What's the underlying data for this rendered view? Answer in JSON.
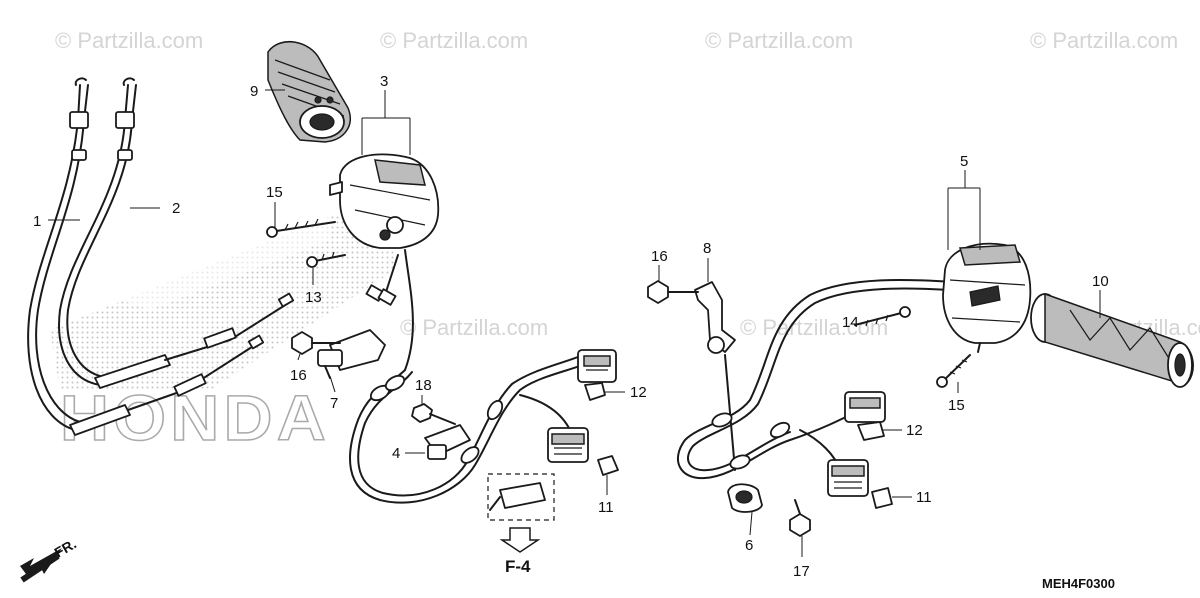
{
  "watermark": "© Partzilla.com",
  "brand_text": "HONDA",
  "diagram_code": "MEH4F0300",
  "front_label": "FR.",
  "reference": "F-4",
  "callouts": {
    "c1": "1",
    "c2": "2",
    "c3": "3",
    "c4": "4",
    "c5": "5",
    "c6": "6",
    "c7": "7",
    "c8": "8",
    "c9": "9",
    "c10": "10",
    "c11a": "11",
    "c11b": "11",
    "c12a": "12",
    "c12b": "12",
    "c13": "13",
    "c14": "14",
    "c15a": "15",
    "c15b": "15",
    "c16a": "16",
    "c16b": "16",
    "c17": "17",
    "c18": "18"
  },
  "colors": {
    "ink": "#1a1a1a",
    "watermark": "#d4d4d4",
    "background": "#ffffff"
  }
}
